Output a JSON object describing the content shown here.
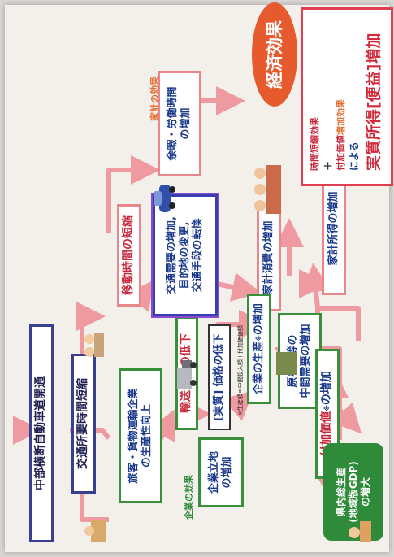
{
  "boxes": {
    "expressway": "中部横断自動車道開通",
    "time_reduction": "交通所要時間短縮",
    "productivity": "旅客・貨物運輸企業\nの生産性向上",
    "transport_cost": "輸送費用の低下",
    "real_price": "[実質] 価格の低下",
    "travel_time": "移動時間の短縮",
    "demand_change": "交通需要の増加,\n目的地の変更,\n交通手段の転換",
    "household_consumption": "家計消費の増加",
    "company_production": "企業の生産",
    "materials_demand": "原材料等の\n中間需要の増加",
    "company_location": "企業立地\nの増加",
    "value_added": "付加価値",
    "value_added_suffix": "の増加",
    "household_income": "家計所得の増加",
    "leisure": "余暇・労働時間\nの増加",
    "gdp": "県内総生産\n(地域版GDP)\nの増大"
  },
  "labels": {
    "company_effect": "企業の効果",
    "household_effect": "家計の効果",
    "economic_effect": "経済効果",
    "note_mark": "※",
    "footnote": "※生産額＝中間投入額＋付加価値額"
  },
  "result": {
    "line1": "時間短縮効果",
    "line2": "＋",
    "line3": "付加価値",
    "line3_suffix": "増加効果",
    "line4": "による",
    "line5_a": "実質所得",
    "line5_b": "[便益]",
    "line5_c": "増加"
  },
  "colors": {
    "arrow": "#ef9aa0",
    "red": "#d22c3c",
    "green": "#2f8a3a",
    "navy": "#2e3286",
    "orange": "#e56b2c"
  }
}
